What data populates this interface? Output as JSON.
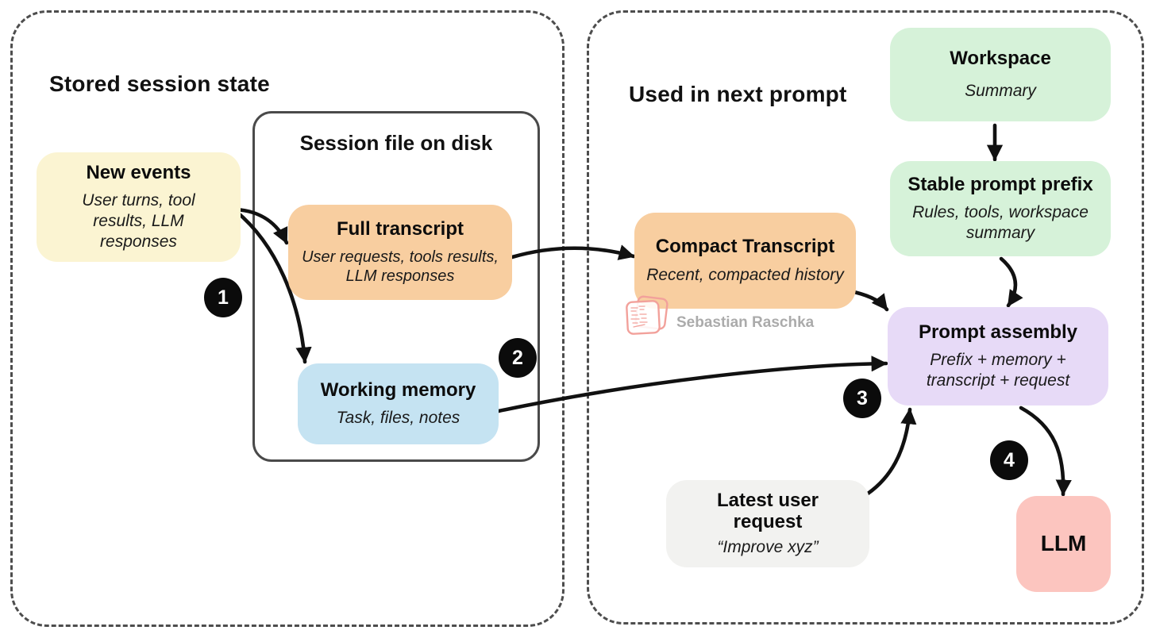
{
  "palette": {
    "arrow": "#111111",
    "badge_bg": "#0b0b0b",
    "badge_text": "#ffffff",
    "panel_border": "#4d4d4d",
    "container_border": "#4a4a4a",
    "canvas_bg": "#ffffff"
  },
  "panels": {
    "left": {
      "title": "Stored session state"
    },
    "right": {
      "title": "Used in next prompt"
    }
  },
  "container": {
    "title": "Session file on disk"
  },
  "nodes": {
    "new_events": {
      "title": "New events",
      "subtitle": "User turns, tool\nresults, LLM\nresponses",
      "bg": "#FBF4D2"
    },
    "full_transcript": {
      "title": "Full transcript",
      "subtitle": "User requests, tools results,\nLLM responses",
      "bg": "#F8CEA0"
    },
    "working_memory": {
      "title": "Working memory",
      "subtitle": "Task, files, notes",
      "bg": "#C5E3F2"
    },
    "compact_transcript": {
      "title": "Compact Transcript",
      "subtitle": "Recent, compacted history",
      "bg": "#F8CEA0"
    },
    "workspace": {
      "title": "Workspace",
      "subtitle": "Summary",
      "bg": "#D6F2D9"
    },
    "stable_prompt_prefix": {
      "title": "Stable prompt prefix",
      "subtitle": "Rules, tools, workspace\nsummary",
      "bg": "#D6F2D9"
    },
    "prompt_assembly": {
      "title": "Prompt assembly",
      "subtitle": "Prefix + memory +\ntranscript + request",
      "bg": "#E7DAF7"
    },
    "latest_user_request": {
      "title": "Latest user\nrequest",
      "subtitle": "“Improve xyz”",
      "bg": "#F2F2F0"
    },
    "llm": {
      "title": "LLM",
      "bg": "#FCC5BF"
    }
  },
  "badges": {
    "step1": "1",
    "step2": "2",
    "step3": "3",
    "step4": "4"
  },
  "watermark": {
    "text": "Sebastian Raschka",
    "text_color": "#ABABAB",
    "stamp_color": "#F2A19B"
  }
}
